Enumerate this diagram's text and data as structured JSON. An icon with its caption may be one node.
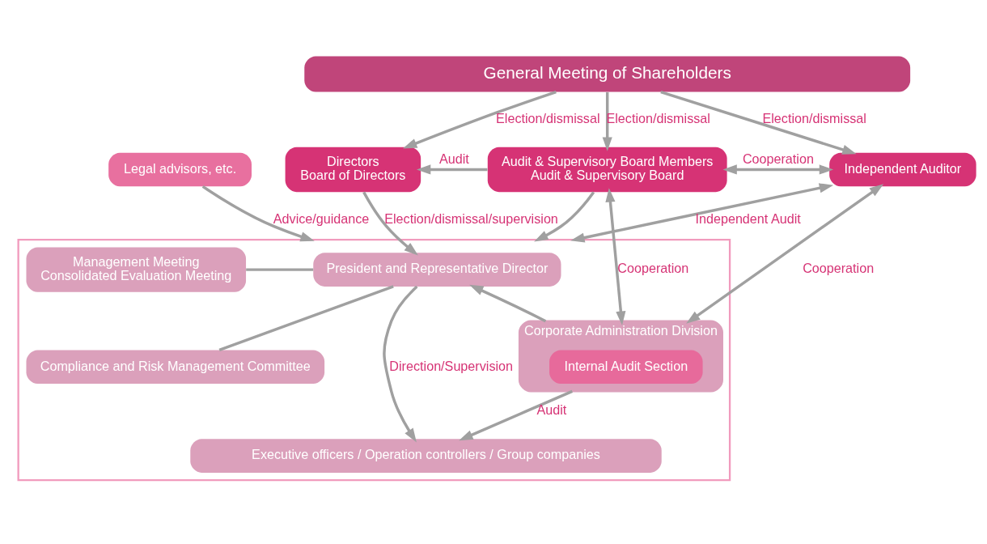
{
  "diagram": {
    "nodes": [
      {
        "text": [
          "General Meeting of Shareholders"
        ]
      },
      {
        "text": [
          "Directors",
          "Board of Directors"
        ]
      },
      {
        "text": [
          "Audit & Supervisory Board Members",
          "Audit & Supervisory Board"
        ]
      },
      {
        "text": [
          "Independent Auditor"
        ]
      },
      {
        "text": [],
        "shape": "box"
      },
      {
        "text": [
          "Management Meeting",
          "Consolidated Evaluation Meeting"
        ],
        "in": 4
      },
      {
        "text": [
          "President and Representative Director"
        ],
        "in": 4
      },
      {
        "text": [
          "Corporate Administration Division"
        ],
        "in": 4
      },
      {
        "text": [
          "Internal Audit Section"
        ],
        "in": 7
      },
      {
        "text": [
          "Compliance and Risk Management Committee"
        ],
        "in": 4
      },
      {
        "text": [
          "Executive officers / Operation controllers / Group companies"
        ],
        "in": 4
      },
      {
        "text": [
          "Legal advisors, etc."
        ]
      }
    ],
    "edges": [
      {
        "from": 0,
        "to": 1,
        "arrow": "to",
        "label": "Election/dismissal"
      },
      {
        "from": 0,
        "to": 2,
        "arrow": "to",
        "label": "Election/dismissal"
      },
      {
        "from": 0,
        "to": 3,
        "arrow": "to",
        "label": "Election/dismissal"
      },
      {
        "from": 2,
        "to": 1,
        "arrow": "to",
        "label": "Audit"
      },
      {
        "from": 2,
        "to": 4,
        "arrow": "to"
      },
      {
        "from": 2,
        "to": 3,
        "arrow": "both",
        "label": "Cooperation"
      },
      {
        "from": 1,
        "to": 6,
        "arrow": "to",
        "label": "Election/dismissal/supervision"
      },
      {
        "from": 2,
        "to": 7,
        "arrow": "both",
        "label": "Cooperation"
      },
      {
        "from": 7,
        "to": 6,
        "arrow": "to"
      },
      {
        "from": 5,
        "to": 6,
        "arrow": "none"
      },
      {
        "from": 9,
        "to": 6,
        "arrow": "none"
      },
      {
        "from": 6,
        "to": 10,
        "arrow": "to",
        "label": "Direction/Supervision"
      },
      {
        "from": 7,
        "to": 10,
        "arrow": "to",
        "label": "Audit"
      },
      {
        "from": 3,
        "to": 7,
        "arrow": "both",
        "label": "Cooperation"
      },
      {
        "from": 3,
        "to": 4,
        "arrow": "both",
        "label": "Independent Audit"
      },
      {
        "from": 11,
        "to": 4,
        "arrow": "to",
        "label": "Advice/guidance"
      }
    ]
  }
}
